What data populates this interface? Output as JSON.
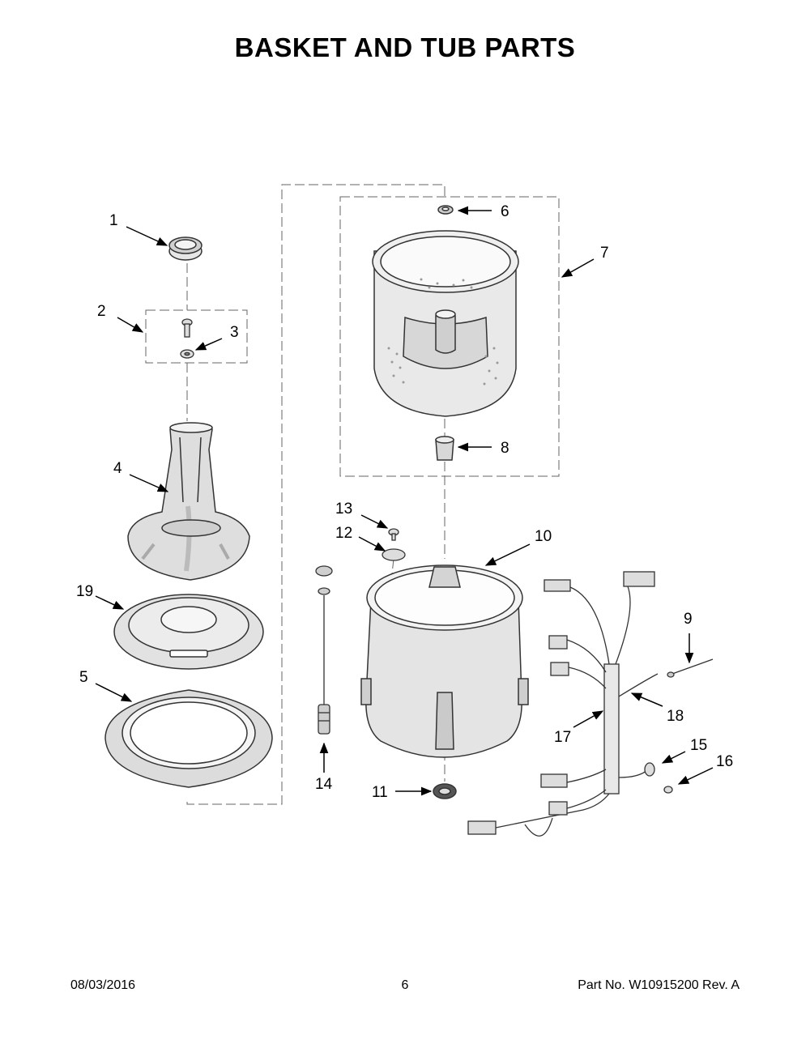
{
  "title": "BASKET AND TUB PARTS",
  "callouts": [
    "1",
    "2",
    "3",
    "4",
    "5",
    "6",
    "7",
    "8",
    "9",
    "10",
    "11",
    "12",
    "13",
    "14",
    "15",
    "16",
    "17",
    "18",
    "19"
  ],
  "footer": {
    "date": "08/03/2016",
    "page": "6",
    "part": "Part No.  W10915200  Rev.  A"
  }
}
